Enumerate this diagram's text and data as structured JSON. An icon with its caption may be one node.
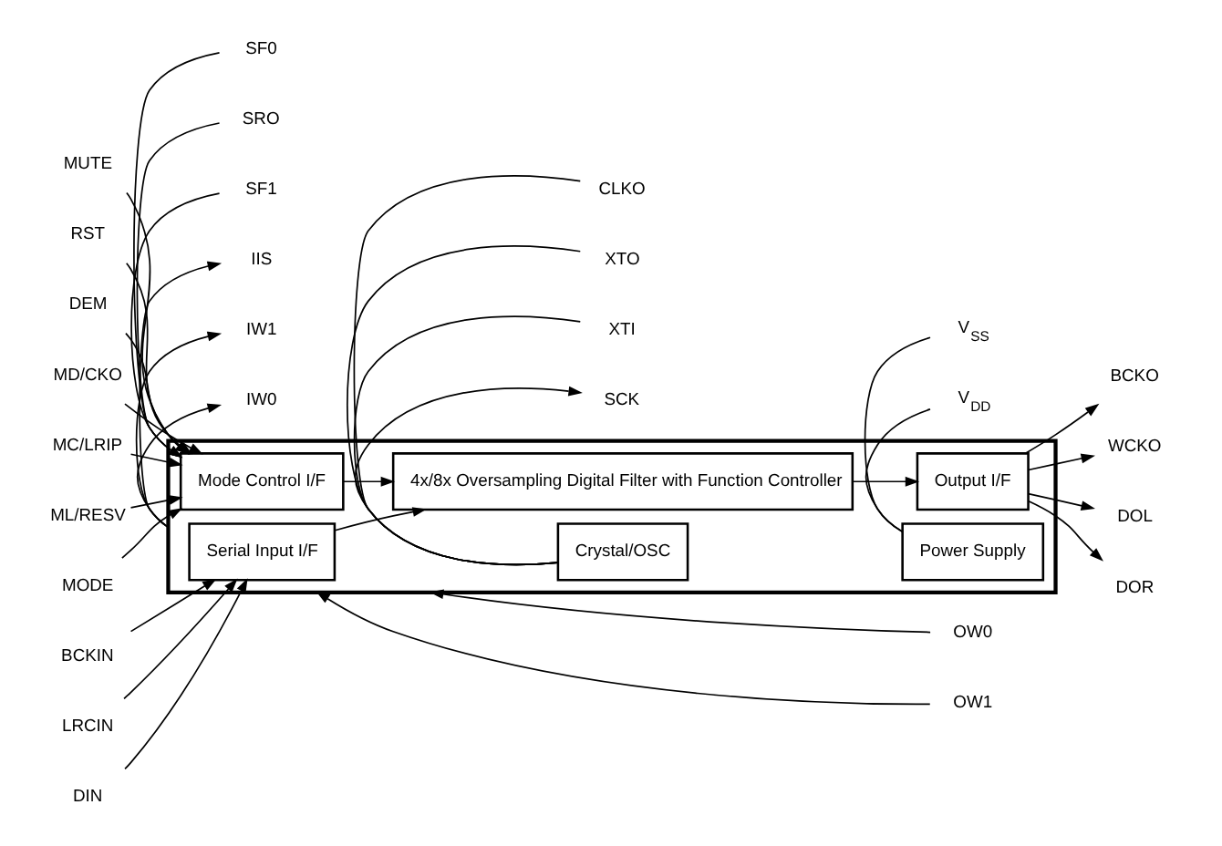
{
  "diagram": {
    "nodes": [
      {
        "text": [],
        "shape": "box"
      },
      {
        "text": [
          "Serial Input I/F"
        ],
        "in": 0
      },
      {
        "text": [
          "4x/8x Oversampling Digital Filter with Function Controller"
        ],
        "in": 0
      },
      {
        "text": [
          "Output I/F"
        ],
        "in": 0
      },
      {
        "text": [
          "Mode Control I/F"
        ],
        "in": 0
      },
      {
        "text": [
          "Crystal/OSC"
        ],
        "in": 0
      },
      {
        "text": [
          "Power Supply"
        ],
        "in": 0
      },
      {
        "text": [
          "IIS"
        ]
      },
      {
        "text": [
          "IW0"
        ]
      },
      {
        "text": [
          "IW1"
        ]
      },
      {
        "text": [
          "OW0"
        ]
      },
      {
        "text": [
          "OW1"
        ]
      },
      {
        "text": [
          "BCKIN"
        ]
      },
      {
        "text": [
          "LRCIN"
        ]
      },
      {
        "text": [
          "DIN"
        ]
      },
      {
        "text": [
          "MD/CKO"
        ]
      },
      {
        "text": [
          "MC/LRIP"
        ]
      },
      {
        "text": [
          "ML/RESV"
        ]
      },
      {
        "text": [
          "MODE"
        ]
      },
      {
        "text": [
          "MUTE"
        ]
      },
      {
        "text": [
          "RST"
        ]
      },
      {
        "text": [
          "DEM"
        ]
      },
      {
        "text": [
          "BCKO"
        ]
      },
      {
        "text": [
          "WCKO"
        ]
      },
      {
        "text": [
          "DOL"
        ]
      },
      {
        "text": [
          "DOR"
        ]
      },
      {
        "text": [
          "SCK"
        ]
      },
      {
        "text": [
          "SF0"
        ]
      },
      {
        "text": [
          "SF1"
        ]
      },
      {
        "text": [
          "SRO"
        ]
      },
      {
        "text": [
          "XTI"
        ]
      },
      {
        "text": [
          "XTO"
        ]
      },
      {
        "text": [
          "CLKO"
        ]
      },
      {
        "text": [
          "V$_{DD}$"
        ]
      },
      {
        "text": [
          "V$_{SS}$"
        ]
      }
    ],
    "edges": [
      {
        "from": 0,
        "to": 7,
        "arrow": "to"
      },
      {
        "from": 0,
        "to": 8,
        "arrow": "to"
      },
      {
        "from": 0,
        "to": 9,
        "arrow": "to"
      },
      {
        "from": 10,
        "to": 0,
        "arrow": "to"
      },
      {
        "from": 11,
        "to": 0,
        "arrow": "to"
      },
      {
        "from": 12,
        "to": 1,
        "arrow": "to"
      },
      {
        "from": 13,
        "to": 1,
        "arrow": "to"
      },
      {
        "from": 14,
        "to": 1,
        "arrow": "to"
      },
      {
        "from": 1,
        "to": 2,
        "arrow": "to"
      },
      {
        "from": 4,
        "to": 2,
        "arrow": "to"
      },
      {
        "from": 2,
        "to": 3,
        "arrow": "to"
      },
      {
        "from": 3,
        "to": 22,
        "arrow": "to"
      },
      {
        "from": 3,
        "to": 23,
        "arrow": "to"
      },
      {
        "from": 3,
        "to": 24,
        "arrow": "to"
      },
      {
        "from": 3,
        "to": 25,
        "arrow": "to"
      },
      {
        "from": 15,
        "to": 4,
        "arrow": "to"
      },
      {
        "from": 16,
        "to": 4,
        "arrow": "to"
      },
      {
        "from": 17,
        "to": 4,
        "arrow": "to"
      },
      {
        "from": 18,
        "to": 4,
        "arrow": "to"
      },
      {
        "from": 19,
        "to": 4,
        "arrow": "to"
      },
      {
        "from": 20,
        "to": 4,
        "arrow": "to"
      },
      {
        "from": 21,
        "to": 4,
        "arrow": "to"
      },
      {
        "from": 5,
        "to": 26,
        "arrow": "to"
      },
      {
        "from": 27,
        "to": 4,
        "arrow": "to"
      },
      {
        "from": 28,
        "to": 4,
        "arrow": "to"
      },
      {
        "from": 29,
        "to": 4,
        "arrow": "to"
      },
      {
        "from": 5,
        "to": 30,
        "arrow": "none"
      },
      {
        "from": 5,
        "to": 31,
        "arrow": "none"
      },
      {
        "from": 5,
        "to": 32,
        "arrow": "none"
      },
      {
        "from": 6,
        "to": 33,
        "arrow": "none"
      },
      {
        "from": 6,
        "to": 34,
        "arrow": "none"
      }
    ]
  }
}
